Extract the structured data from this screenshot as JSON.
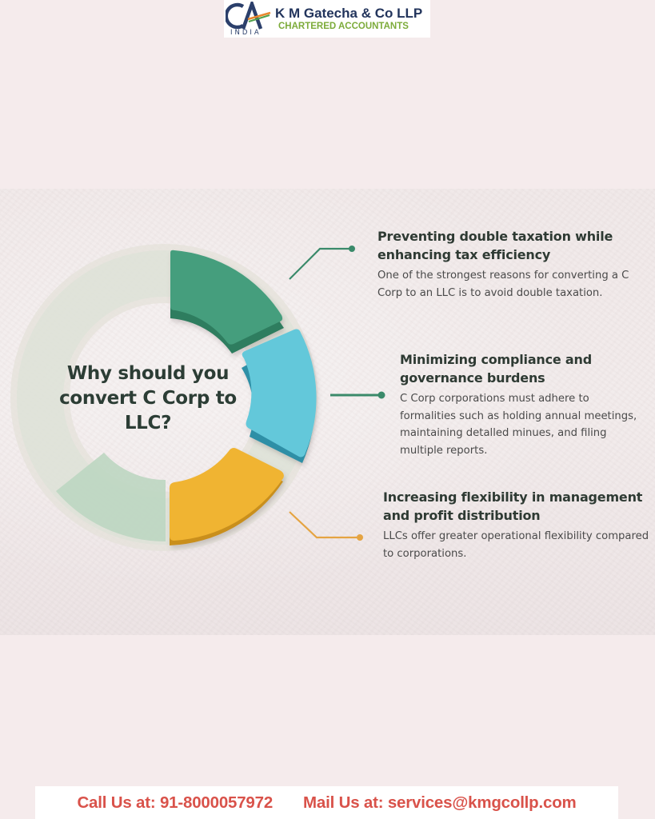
{
  "header": {
    "logo_mark": "CA",
    "logo_country": "INDIA",
    "firm_name": "K M Gatecha & Co LLP",
    "firm_subtitle": "CHARTERED ACCOUNTANTS"
  },
  "infographic": {
    "title": "Why should you convert C Corp to LLC?",
    "colors": {
      "segment_green": "#3f9a78",
      "segment_cyan": "#5cc3d6",
      "segment_yellow": "#f0b432",
      "segment_faded": "#bcd6c1",
      "connector_green": "#3a8a6a",
      "connector_orange": "#e5a442",
      "title_text": "#2c3d35"
    },
    "items": [
      {
        "title": "Preventing double taxation while enhancing tax efficiency",
        "body": "One of the strongest reasons for converting a C Corp to an LLC is to avoid double taxation."
      },
      {
        "title": "Minimizing compliance and governance burdens",
        "body": "C Corp corporations must adhere to formalities such as holding annual meetings, maintaining detalled minues, and filing multiple reports."
      },
      {
        "title": "Increasing flexibility in management and profit distribution",
        "body": "LLCs offer greater operational flexibility compared to corporations."
      }
    ]
  },
  "footer": {
    "call": "Call Us at: 91-8000057972",
    "mail": "Mail Us at: services@kmgcollp.com"
  }
}
